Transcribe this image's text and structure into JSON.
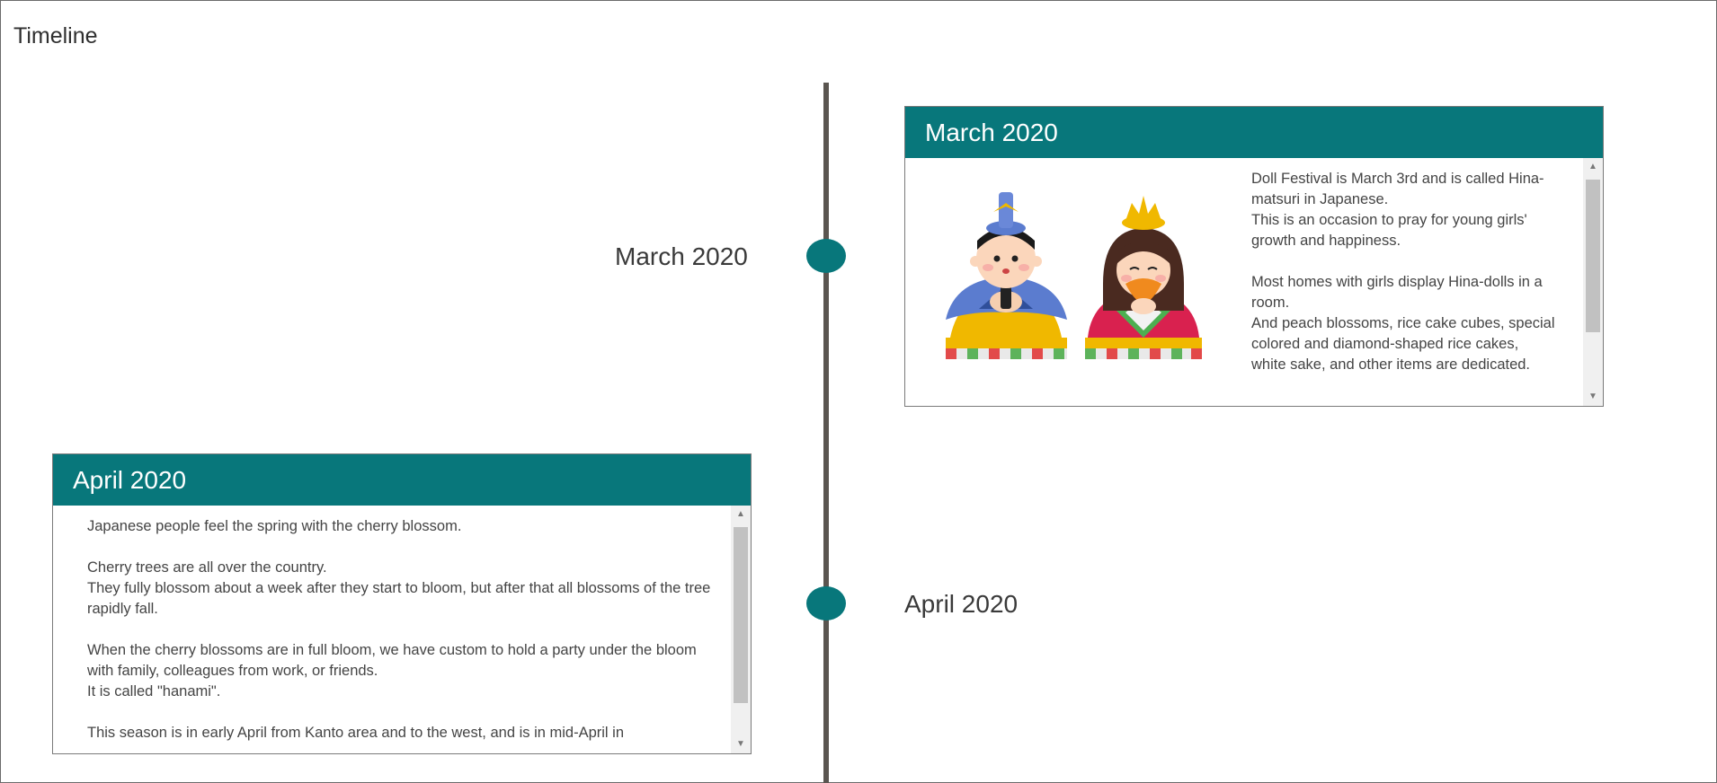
{
  "page": {
    "title": "Timeline"
  },
  "colors": {
    "accent": "#08777b",
    "axis": "#5a5550"
  },
  "timeline": {
    "nodes": [
      {
        "label": "March 2020"
      },
      {
        "label": "April 2020"
      }
    ],
    "cards": [
      {
        "title": "March 2020",
        "image": "hina-dolls-illustration",
        "text": "Doll Festival is March 3rd and is called Hina-matsuri in Japanese.\nThis is an occasion to pray for young girls' growth and happiness.\n\nMost homes with girls display Hina-dolls in a room.\nAnd peach blossoms, rice cake cubes, special colored and diamond-shaped rice cakes, white sake, and other items are dedicated."
      },
      {
        "title": "April 2020",
        "text": "Japanese people feel the spring with the cherry blossom.\n\nCherry trees are all over the country.\nThey fully blossom about a week after they start to bloom, but after that all blossoms of the tree rapidly fall.\n\nWhen the cherry blossoms are in full bloom, we have custom to hold a party under the bloom with family, colleagues from work, or friends.\nIt is called \"hanami\".\n\nThis season is in early April from Kanto area and to the west, and is in mid-April in"
      }
    ]
  },
  "scrollbar": {
    "up": "▲",
    "down": "▼"
  }
}
